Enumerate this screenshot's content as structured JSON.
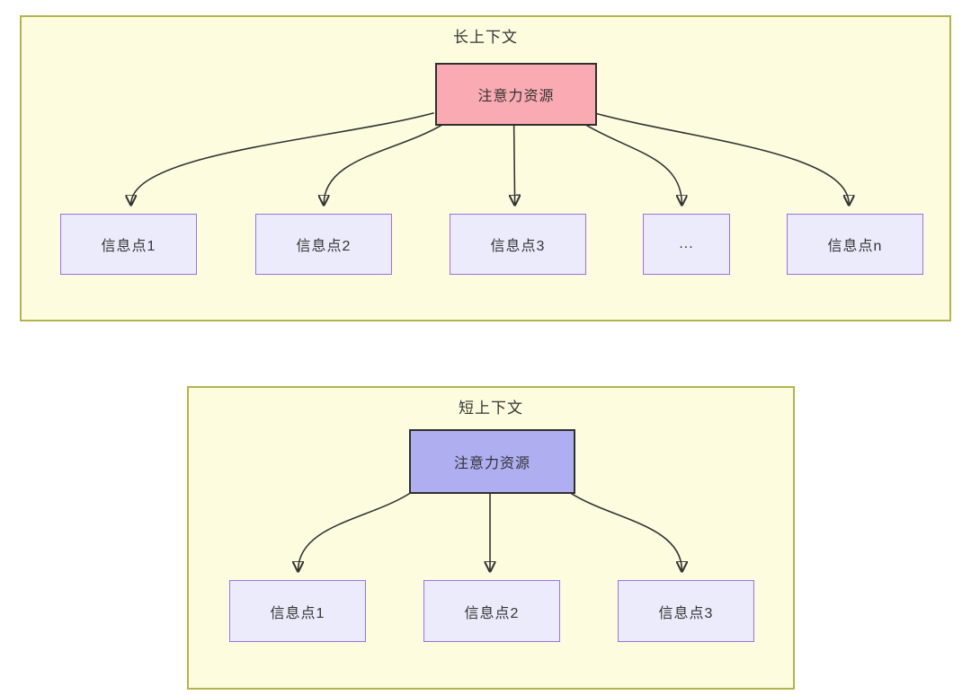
{
  "diagram": {
    "colors": {
      "page_background": "#ffffff",
      "container_fill": "#fdfcdf",
      "container_border": "#b4b44e",
      "long_root_fill": "#faaab2",
      "short_root_fill": "#aeaef0",
      "root_border": "#2f2f2f",
      "info_node_fill": "#ebebfb",
      "info_node_border": "#9973e8",
      "arrow": "#333333",
      "text": "#333333"
    },
    "sections": [
      {
        "id": "long-context",
        "title": "长上下文",
        "root": {
          "label": "注意力资源"
        },
        "children": [
          {
            "label": "信息点1"
          },
          {
            "label": "信息点2"
          },
          {
            "label": "信息点3"
          },
          {
            "label": "..."
          },
          {
            "label": "信息点n"
          }
        ]
      },
      {
        "id": "short-context",
        "title": "短上下文",
        "root": {
          "label": "注意力资源"
        },
        "children": [
          {
            "label": "信息点1"
          },
          {
            "label": "信息点2"
          },
          {
            "label": "信息点3"
          }
        ]
      }
    ]
  }
}
